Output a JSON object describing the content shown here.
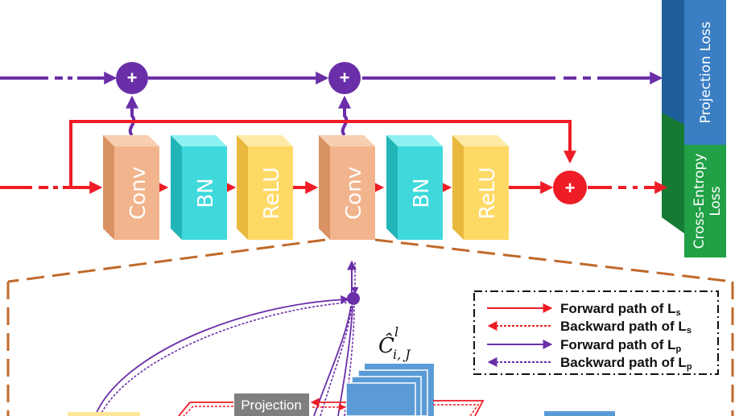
{
  "blocks": {
    "conv": "Conv",
    "bn": "BN",
    "relu": "ReLU"
  },
  "losses": {
    "projection": "Projection Loss",
    "cross_entropy_line1": "Cross-Entropy",
    "cross_entropy_line2": "Loss"
  },
  "detail": {
    "projection_label": "Projection",
    "feature_label_base": "Ĉ",
    "feature_label_sup": "l",
    "feature_label_sub": "i, J"
  },
  "legend": {
    "items": [
      {
        "label": "Forward path of L",
        "subscript": "s",
        "color": "#ee1c25",
        "style": "solid"
      },
      {
        "label": "Backward path of L",
        "subscript": "s",
        "color": "#ee1c25",
        "style": "dotted"
      },
      {
        "label": "Forward path of L",
        "subscript": "p",
        "color": "#6a2fa8",
        "style": "solid"
      },
      {
        "label": "Backward path of L",
        "subscript": "p",
        "color": "#6a2fa8",
        "style": "dotted"
      }
    ]
  },
  "colors": {
    "forward_red": "#ee1c25",
    "projection_purple": "#6a2fa8",
    "conv": "#f2b48c",
    "bn": "#3fd9dc",
    "relu": "#ffd966",
    "projection_loss": "#2e75b6",
    "cross_entropy_loss": "#21a046",
    "zoom_outline": "#c0692a"
  }
}
